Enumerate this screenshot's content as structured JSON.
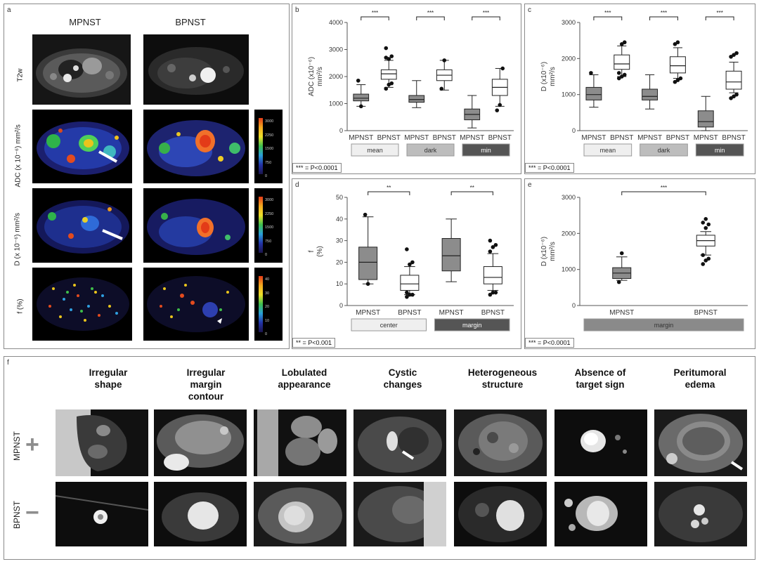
{
  "panel_a": {
    "label": "a",
    "col_headers": [
      "MPNST",
      "BPNST"
    ],
    "row_labels": [
      "T2w",
      "ADC (x 10⁻⁶) mm²/s",
      "D (x 10⁻⁶) mm²/s",
      "f (%)"
    ],
    "scale_adc": [
      "3000",
      "2250",
      "1500",
      "750",
      "0"
    ],
    "scale_d": [
      "3000",
      "2250",
      "1500",
      "750",
      "0"
    ],
    "scale_f": [
      "40",
      "30",
      "20",
      "10",
      "0"
    ]
  },
  "chart_data": [
    {
      "panel": "b",
      "type": "box",
      "ylabel": "ADC (x10⁻⁶) mm²/s",
      "ylim": [
        0,
        4000
      ],
      "yticks": [
        "0",
        "1000",
        "2000",
        "3000",
        "4000"
      ],
      "categories": [
        "MPNST",
        "BPNST",
        "MPNST",
        "BPNST",
        "MPNST",
        "BPNST"
      ],
      "groups": [
        "mean",
        "dark",
        "min"
      ],
      "group_colors": [
        "#efefef",
        "#bdbdbd",
        "#555555"
      ],
      "group_text_colors": [
        "#333333",
        "#333333",
        "#ffffff"
      ],
      "sig_marks": [
        "***",
        "***",
        "***"
      ],
      "footnote": "*** = P<0.0001",
      "boxes": [
        {
          "fill": "#8c8c8c",
          "min": 900,
          "q1": 1100,
          "med": 1200,
          "q3": 1350,
          "max": 1700,
          "out": [
            1850,
            900
          ]
        },
        {
          "fill": "#ffffff",
          "min": 1600,
          "q1": 1900,
          "med": 2100,
          "q3": 2250,
          "max": 2600,
          "out": [
            1550,
            1700,
            1750,
            2700,
            2650,
            2750,
            3050
          ]
        },
        {
          "fill": "#8c8c8c",
          "min": 850,
          "q1": 1050,
          "med": 1150,
          "q3": 1300,
          "max": 1850,
          "out": []
        },
        {
          "fill": "#ffffff",
          "min": 1500,
          "q1": 1850,
          "med": 2050,
          "q3": 2250,
          "max": 2600,
          "out": [
            1550,
            2600
          ]
        },
        {
          "fill": "#8c8c8c",
          "min": 100,
          "q1": 400,
          "med": 600,
          "q3": 800,
          "max": 1300,
          "out": []
        },
        {
          "fill": "#ffffff",
          "min": 900,
          "q1": 1300,
          "med": 1600,
          "q3": 1900,
          "max": 2300,
          "out": [
            750,
            950,
            2300
          ]
        }
      ]
    },
    {
      "panel": "c",
      "type": "box",
      "ylabel": "D (x10⁻⁶) mm²/s",
      "ylim": [
        0,
        3000
      ],
      "yticks": [
        "0",
        "1000",
        "2000",
        "3000"
      ],
      "categories": [
        "MPNST",
        "BPNST",
        "MPNST",
        "BPNST",
        "MPNST",
        "BPNST"
      ],
      "groups": [
        "mean",
        "dark",
        "min"
      ],
      "group_colors": [
        "#efefef",
        "#bdbdbd",
        "#555555"
      ],
      "group_text_colors": [
        "#333333",
        "#333333",
        "#ffffff"
      ],
      "sig_marks": [
        "***",
        "***",
        "***"
      ],
      "footnote": "*** = P<0.0001",
      "boxes": [
        {
          "fill": "#8c8c8c",
          "min": 650,
          "q1": 850,
          "med": 1000,
          "q3": 1200,
          "max": 1550,
          "out": [
            1600
          ]
        },
        {
          "fill": "#ffffff",
          "min": 1500,
          "q1": 1700,
          "med": 1850,
          "q3": 2100,
          "max": 2350,
          "out": [
            1450,
            1500,
            1550,
            1600,
            2400,
            2450
          ]
        },
        {
          "fill": "#8c8c8c",
          "min": 600,
          "q1": 850,
          "med": 950,
          "q3": 1150,
          "max": 1550,
          "out": []
        },
        {
          "fill": "#ffffff",
          "min": 1450,
          "q1": 1600,
          "med": 1800,
          "q3": 2050,
          "max": 2300,
          "out": [
            1350,
            1400,
            1450,
            2400,
            2450
          ]
        },
        {
          "fill": "#8c8c8c",
          "min": 0,
          "q1": 100,
          "med": 250,
          "q3": 550,
          "max": 950,
          "out": []
        },
        {
          "fill": "#ffffff",
          "min": 1050,
          "q1": 1150,
          "med": 1350,
          "q3": 1650,
          "max": 1900,
          "out": [
            900,
            950,
            1000,
            2050,
            2100,
            2150
          ]
        }
      ]
    },
    {
      "panel": "d",
      "type": "box",
      "ylabel": "f (%)",
      "ylim": [
        0,
        50
      ],
      "yticks": [
        "0",
        "10",
        "20",
        "30",
        "40",
        "50"
      ],
      "categories": [
        "MPNST",
        "BPNST",
        "MPNST",
        "BPNST"
      ],
      "groups": [
        "center",
        "margin"
      ],
      "group_colors": [
        "#efefef",
        "#555555"
      ],
      "group_text_colors": [
        "#333333",
        "#ffffff"
      ],
      "sig_marks": [
        "**",
        "**"
      ],
      "footnote": "** = P<0.001",
      "boxes": [
        {
          "fill": "#8c8c8c",
          "min": 10,
          "q1": 12,
          "med": 20,
          "q3": 27,
          "max": 41,
          "out": [
            42,
            10
          ]
        },
        {
          "fill": "#ffffff",
          "min": 5,
          "q1": 7,
          "med": 10,
          "q3": 14,
          "max": 18,
          "out": [
            4,
            5,
            5,
            6,
            19,
            20,
            26
          ]
        },
        {
          "fill": "#8c8c8c",
          "min": 11,
          "q1": 16,
          "med": 23,
          "q3": 31,
          "max": 40,
          "out": []
        },
        {
          "fill": "#ffffff",
          "min": 7,
          "q1": 10,
          "med": 13,
          "q3": 18,
          "max": 24,
          "out": [
            5,
            6,
            6,
            25,
            27,
            28,
            30
          ]
        }
      ]
    },
    {
      "panel": "e",
      "type": "box",
      "ylabel": "D (x10⁻⁶) mm²/s",
      "ylim": [
        0,
        3000
      ],
      "yticks": [
        "0",
        "1000",
        "2000",
        "3000"
      ],
      "categories": [
        "MPNST",
        "BPNST"
      ],
      "groups": [
        "margin"
      ],
      "group_colors": [
        "#8a8a8a"
      ],
      "group_text_colors": [
        "#333333"
      ],
      "sig_marks": [
        "***"
      ],
      "footnote": "*** = P<0.0001",
      "boxes": [
        {
          "fill": "#8c8c8c",
          "min": 700,
          "q1": 750,
          "med": 900,
          "q3": 1050,
          "max": 1350,
          "out": [
            650,
            1450
          ]
        },
        {
          "fill": "#ffffff",
          "min": 1400,
          "q1": 1650,
          "med": 1800,
          "q3": 1950,
          "max": 2050,
          "out": [
            1150,
            1250,
            1300,
            1400,
            2150,
            2250,
            2300,
            2400
          ]
        }
      ]
    }
  ],
  "panel_f": {
    "label": "f",
    "features": [
      "Irregular\nshape",
      "Irregular\nmargin\ncontour",
      "Lobulated\nappearance",
      "Cystic\nchanges",
      "Heterogeneous\nstructure",
      "Absence of\ntarget sign",
      "Peritumoral\nedema"
    ],
    "row_labels": [
      "MPNST",
      "BPNST"
    ],
    "row_signs": [
      "+",
      "−"
    ]
  }
}
